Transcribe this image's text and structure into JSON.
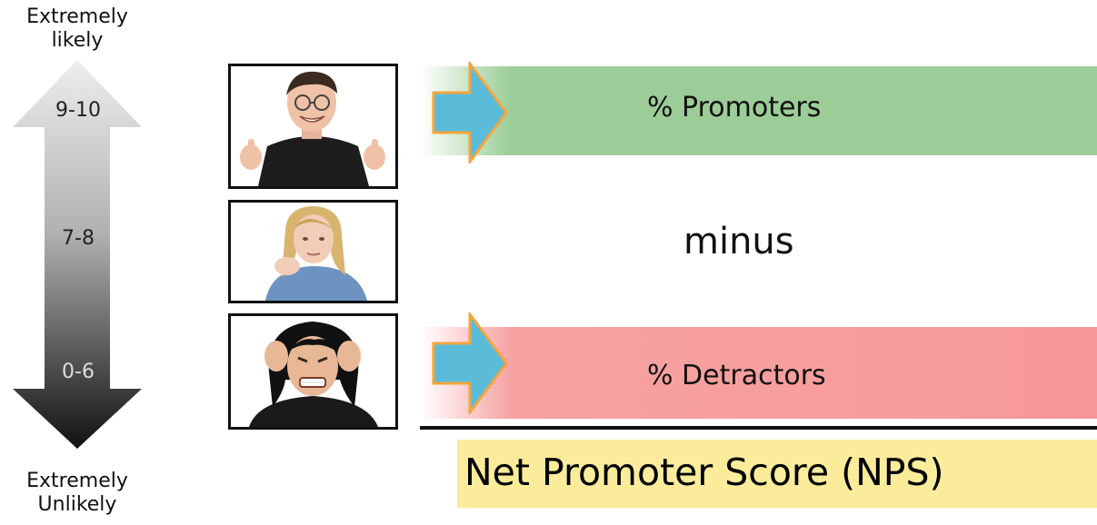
{
  "scale": {
    "top_label": [
      "Extremely",
      "likely"
    ],
    "bottom_label": [
      "Extremely",
      "Unlikely"
    ],
    "ranges": {
      "high": "9-10",
      "mid": "7-8",
      "low": "0-6"
    }
  },
  "groups": {
    "promoters_label": "% Promoters",
    "operator_label": "minus",
    "detractors_label": "% Detractors"
  },
  "result": {
    "label": "Net Promoter Score (NPS)"
  },
  "colors": {
    "promoters_band": "#9ccd98",
    "detractors_band": "#f79898",
    "arrow_fill": "#5bbcd9",
    "arrow_outline": "#f4a53c",
    "result_highlight": "#fbec9b"
  },
  "icons": {
    "scale_arrow": "double-headed-gradient-arrow",
    "group_pointer": "right-arrow"
  }
}
